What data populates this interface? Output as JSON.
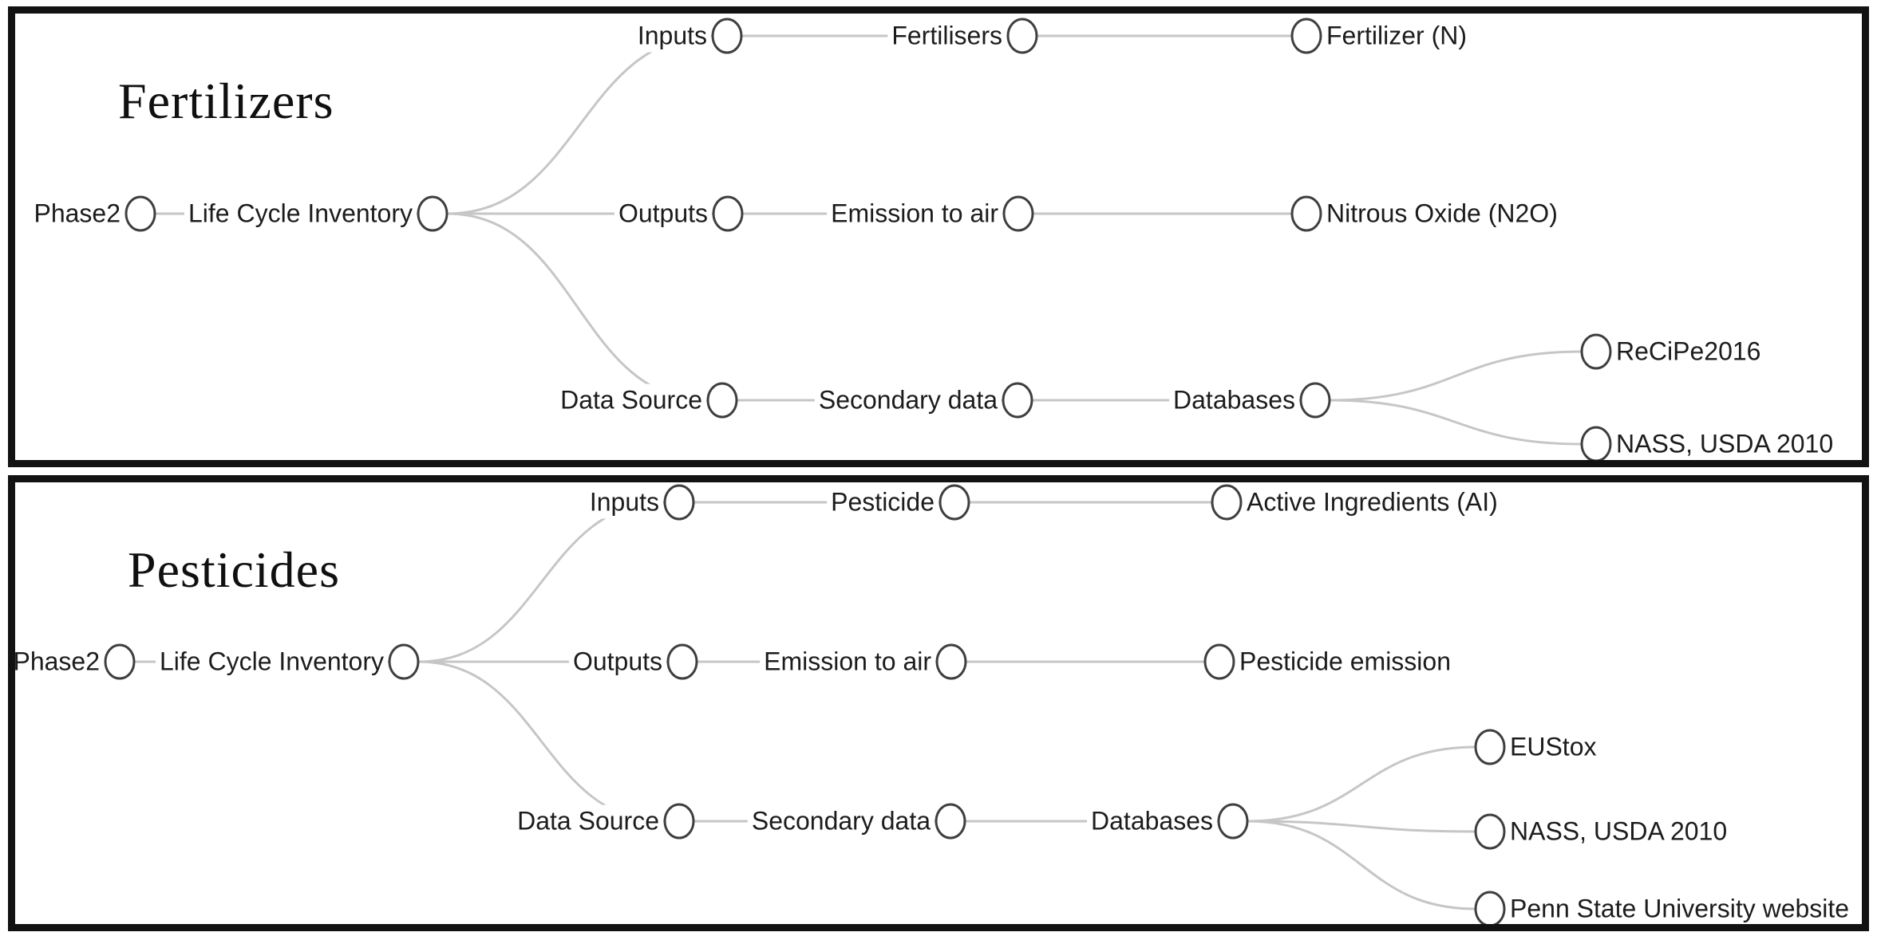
{
  "figure": {
    "background": "#ffffff",
    "border_color": "#121212",
    "edge_color": "#c6c6c6",
    "node_fill": "#ffffff",
    "node_stroke": "#3f3f3f",
    "text_color": "#1c1c1c"
  },
  "panels": [
    {
      "id": "fertilizers",
      "title": "Fertilizers",
      "nodes": [
        {
          "id": "phase2",
          "label": "Phase2",
          "label_side": "left",
          "parent": null
        },
        {
          "id": "lci",
          "label": "Life Cycle Inventory",
          "label_side": "left",
          "parent": "phase2"
        },
        {
          "id": "inputs",
          "label": "Inputs",
          "label_side": "left",
          "parent": "lci"
        },
        {
          "id": "fertilisers",
          "label": "Fertilisers",
          "label_side": "left",
          "parent": "inputs"
        },
        {
          "id": "fertilizer-n",
          "label": "Fertilizer (N)",
          "label_side": "right",
          "parent": "fertilisers"
        },
        {
          "id": "outputs",
          "label": "Outputs",
          "label_side": "left",
          "parent": "lci"
        },
        {
          "id": "emission-to-air",
          "label": "Emission to air",
          "label_side": "left",
          "parent": "outputs"
        },
        {
          "id": "nitrous-oxide",
          "label": "Nitrous Oxide (N2O)",
          "label_side": "right",
          "parent": "emission-to-air"
        },
        {
          "id": "data-source",
          "label": "Data Source",
          "label_side": "left",
          "parent": "lci"
        },
        {
          "id": "secondary-data",
          "label": "Secondary data",
          "label_side": "left",
          "parent": "data-source"
        },
        {
          "id": "databases",
          "label": "Databases",
          "label_side": "left",
          "parent": "secondary-data"
        },
        {
          "id": "recipe2016",
          "label": "ReCiPe2016",
          "label_side": "right",
          "parent": "databases"
        },
        {
          "id": "nass-usda-2010",
          "label": "NASS, USDA 2010",
          "label_side": "right",
          "parent": "databases"
        }
      ]
    },
    {
      "id": "pesticides",
      "title": "Pesticides",
      "nodes": [
        {
          "id": "phase2",
          "label": "Phase2",
          "label_side": "left",
          "parent": null
        },
        {
          "id": "lci",
          "label": "Life Cycle Inventory",
          "label_side": "left",
          "parent": "phase2"
        },
        {
          "id": "inputs",
          "label": "Inputs",
          "label_side": "left",
          "parent": "lci"
        },
        {
          "id": "pesticide",
          "label": "Pesticide",
          "label_side": "left",
          "parent": "inputs"
        },
        {
          "id": "active-ingredients",
          "label": "Active Ingredients (AI)",
          "label_side": "right",
          "parent": "pesticide"
        },
        {
          "id": "outputs",
          "label": "Outputs",
          "label_side": "left",
          "parent": "lci"
        },
        {
          "id": "emission-to-air",
          "label": "Emission to air",
          "label_side": "left",
          "parent": "outputs"
        },
        {
          "id": "pesticide-emission",
          "label": "Pesticide emission",
          "label_side": "right",
          "parent": "emission-to-air"
        },
        {
          "id": "data-source",
          "label": "Data Source",
          "label_side": "left",
          "parent": "lci"
        },
        {
          "id": "secondary-data",
          "label": "Secondary data",
          "label_side": "left",
          "parent": "data-source"
        },
        {
          "id": "databases",
          "label": "Databases",
          "label_side": "left",
          "parent": "secondary-data"
        },
        {
          "id": "eustox",
          "label": "EUStox",
          "label_side": "right",
          "parent": "databases"
        },
        {
          "id": "nass-usda-2010",
          "label": "NASS, USDA 2010",
          "label_side": "right",
          "parent": "databases"
        },
        {
          "id": "penn-state",
          "label": "Penn State University website",
          "label_side": "right",
          "parent": "databases"
        }
      ]
    }
  ]
}
